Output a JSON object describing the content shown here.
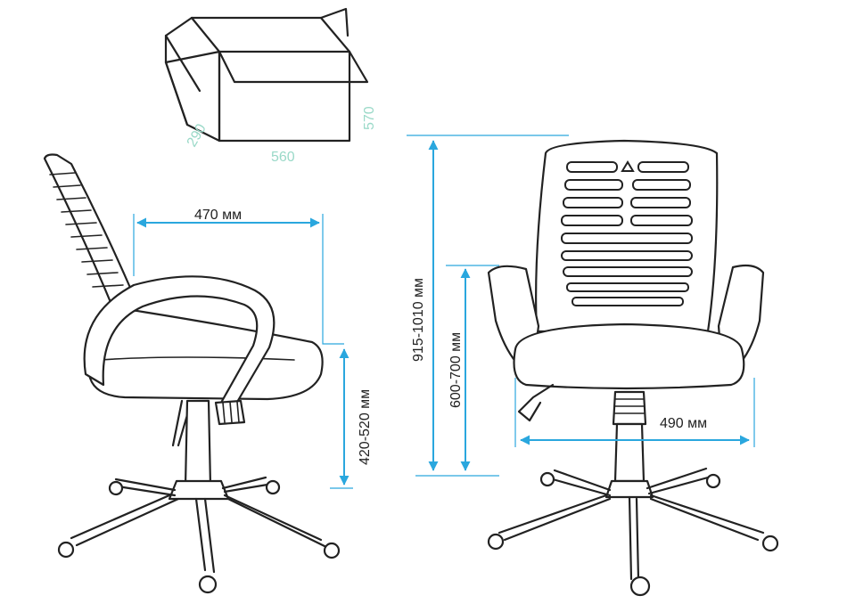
{
  "colors": {
    "dimension": "#2aa7de",
    "box_text": "#9ad9c8",
    "line_art": "#222222",
    "background": "#ffffff"
  },
  "box": {
    "width_label": "560",
    "depth_label": "290",
    "height_label": "570"
  },
  "side_view": {
    "depth_label": "470 мм",
    "seat_height_label": "420-520 мм"
  },
  "front_view": {
    "total_height_label": "915-1010 мм",
    "arm_height_label": "600-700 мм",
    "width_label": "490 мм"
  }
}
